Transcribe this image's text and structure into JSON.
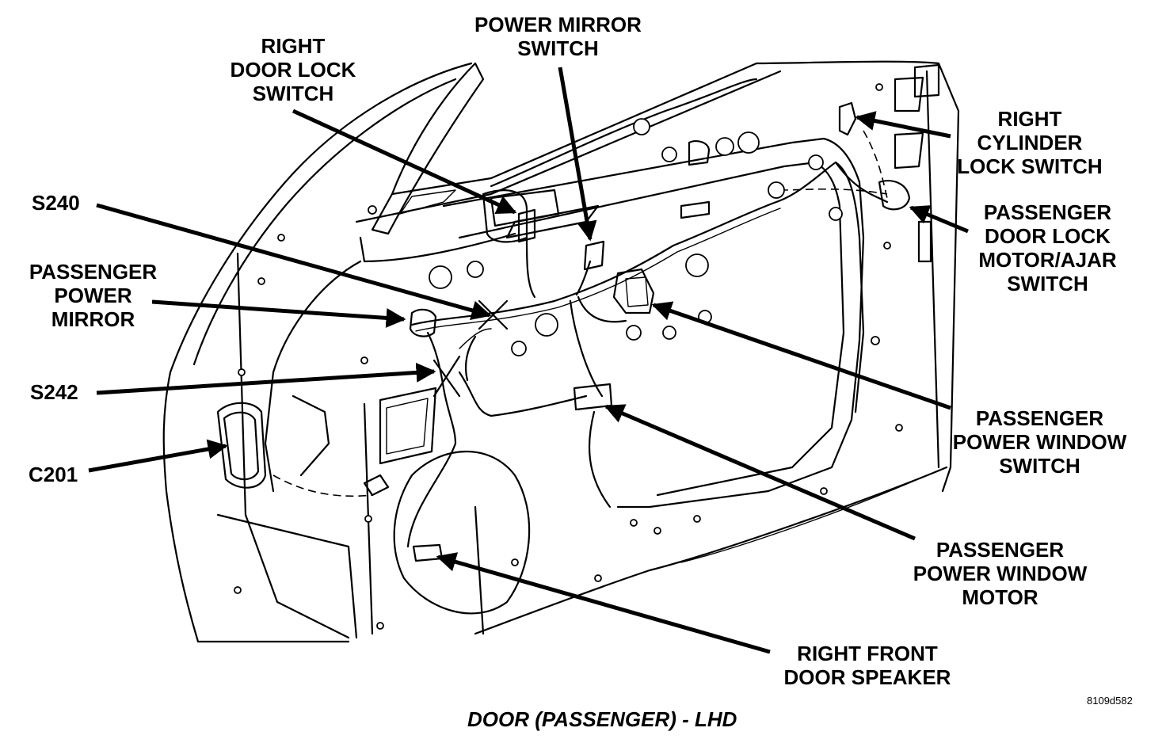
{
  "labels": {
    "right_door_lock_switch": [
      "RIGHT",
      "DOOR LOCK",
      "SWITCH"
    ],
    "power_mirror_switch": [
      "POWER MIRROR",
      "SWITCH"
    ],
    "right_cylinder_lock_switch": [
      "RIGHT",
      "CYLINDER",
      "LOCK SWITCH"
    ],
    "s240": [
      "S240"
    ],
    "passenger_door_lock_motor": [
      "PASSENGER",
      "DOOR LOCK",
      "MOTOR/AJAR",
      "SWITCH"
    ],
    "passenger_power_mirror": [
      "PASSENGER",
      "POWER",
      "MIRROR"
    ],
    "s242": [
      "S242"
    ],
    "passenger_power_window_switch": [
      "PASSENGER",
      "POWER WINDOW",
      "SWITCH"
    ],
    "c201": [
      "C201"
    ],
    "passenger_power_window_motor": [
      "PASSENGER",
      "POWER WINDOW",
      "MOTOR"
    ],
    "right_front_door_speaker": [
      "RIGHT FRONT",
      "DOOR SPEAKER"
    ]
  },
  "figure_id": "8109d582",
  "caption": "DOOR (PASSENGER) - LHD"
}
